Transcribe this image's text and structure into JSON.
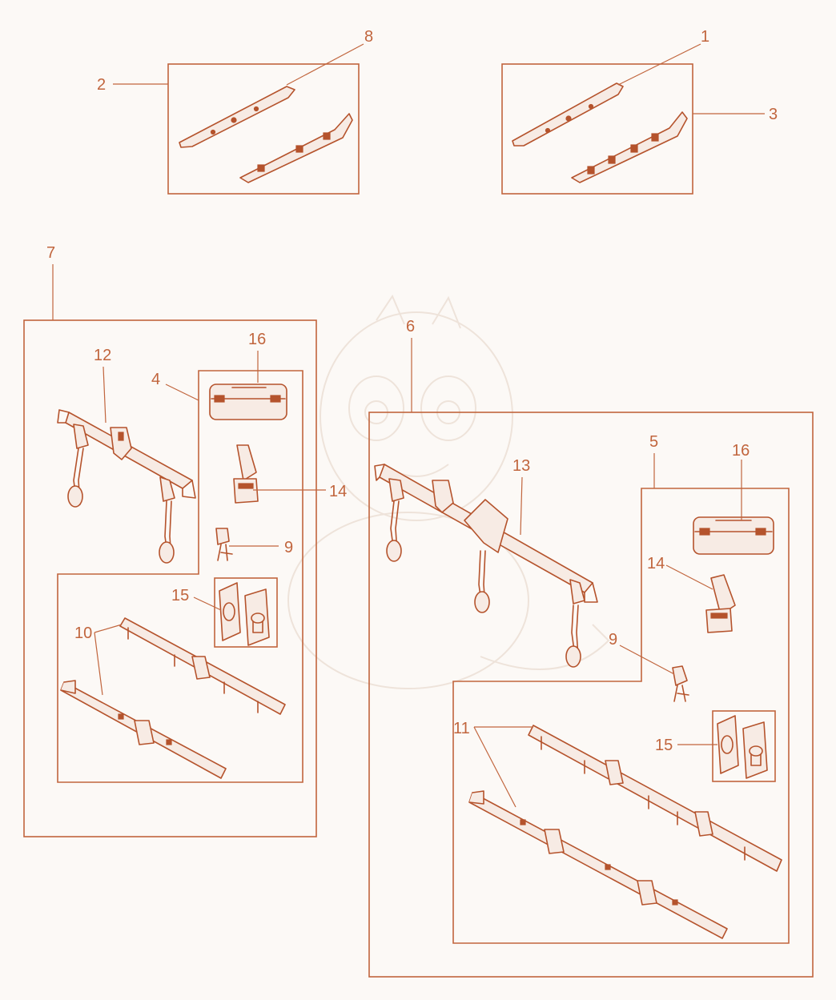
{
  "accent_color": "#c1653d",
  "background_color": "#fcf9f6",
  "callouts": {
    "c1": "1",
    "c2": "2",
    "c3": "3",
    "c4": "4",
    "c5": "5",
    "c6": "6",
    "c7": "7",
    "c8": "8",
    "c9_left": "9",
    "c9_right": "9",
    "c10": "10",
    "c11": "11",
    "c12": "12",
    "c13": "13",
    "c14_left": "14",
    "c14_right": "14",
    "c15_left": "15",
    "c15_right": "15",
    "c16_left": "16",
    "c16_right": "16"
  }
}
